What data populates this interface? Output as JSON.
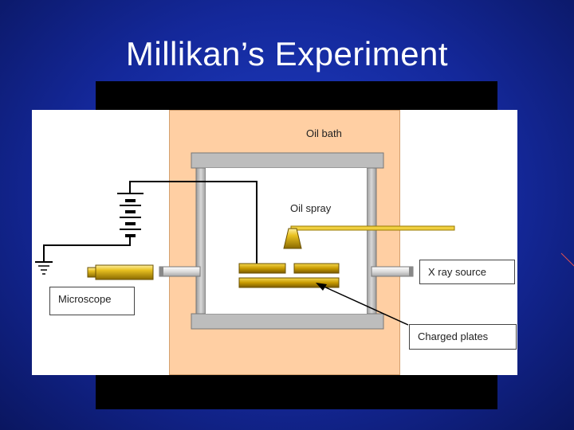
{
  "slide": {
    "title": "Millikan’s Experiment"
  },
  "diagram": {
    "labels": {
      "oil_bath": "Oil bath",
      "oil_spray": "Oil spray",
      "microscope": "Microscope",
      "xray_source": "X ray source",
      "charged_plates": "Charged plates"
    }
  },
  "colors": {
    "background": "#14289a",
    "oil_bath": "#ffcfa3",
    "chamber": "#b8b8b8",
    "plates": "#c8a000"
  }
}
